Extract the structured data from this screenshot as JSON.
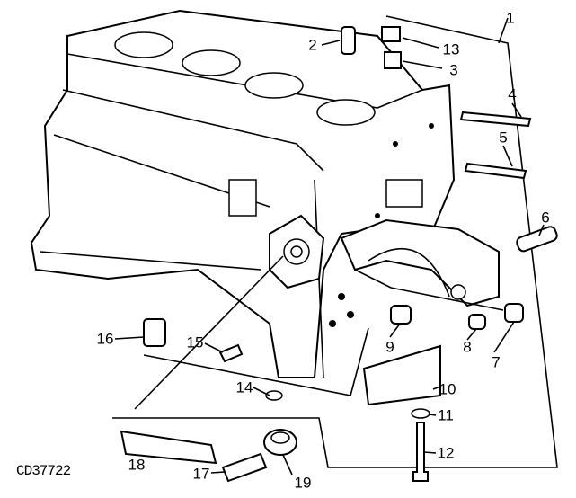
{
  "diagram": {
    "code": "CD37722",
    "callouts": [
      {
        "id": "1",
        "label": "1"
      },
      {
        "id": "2",
        "label": "2"
      },
      {
        "id": "13",
        "label": "13"
      },
      {
        "id": "3",
        "label": "3"
      },
      {
        "id": "4",
        "label": "4"
      },
      {
        "id": "5",
        "label": "5"
      },
      {
        "id": "6",
        "label": "6"
      },
      {
        "id": "7",
        "label": "7"
      },
      {
        "id": "8",
        "label": "8"
      },
      {
        "id": "9",
        "label": "9"
      },
      {
        "id": "10",
        "label": "10"
      },
      {
        "id": "11",
        "label": "11"
      },
      {
        "id": "12",
        "label": "12"
      },
      {
        "id": "14",
        "label": "14"
      },
      {
        "id": "15",
        "label": "15"
      },
      {
        "id": "16",
        "label": "16"
      },
      {
        "id": "17",
        "label": "17"
      },
      {
        "id": "18",
        "label": "18"
      },
      {
        "id": "19",
        "label": "19"
      }
    ]
  }
}
